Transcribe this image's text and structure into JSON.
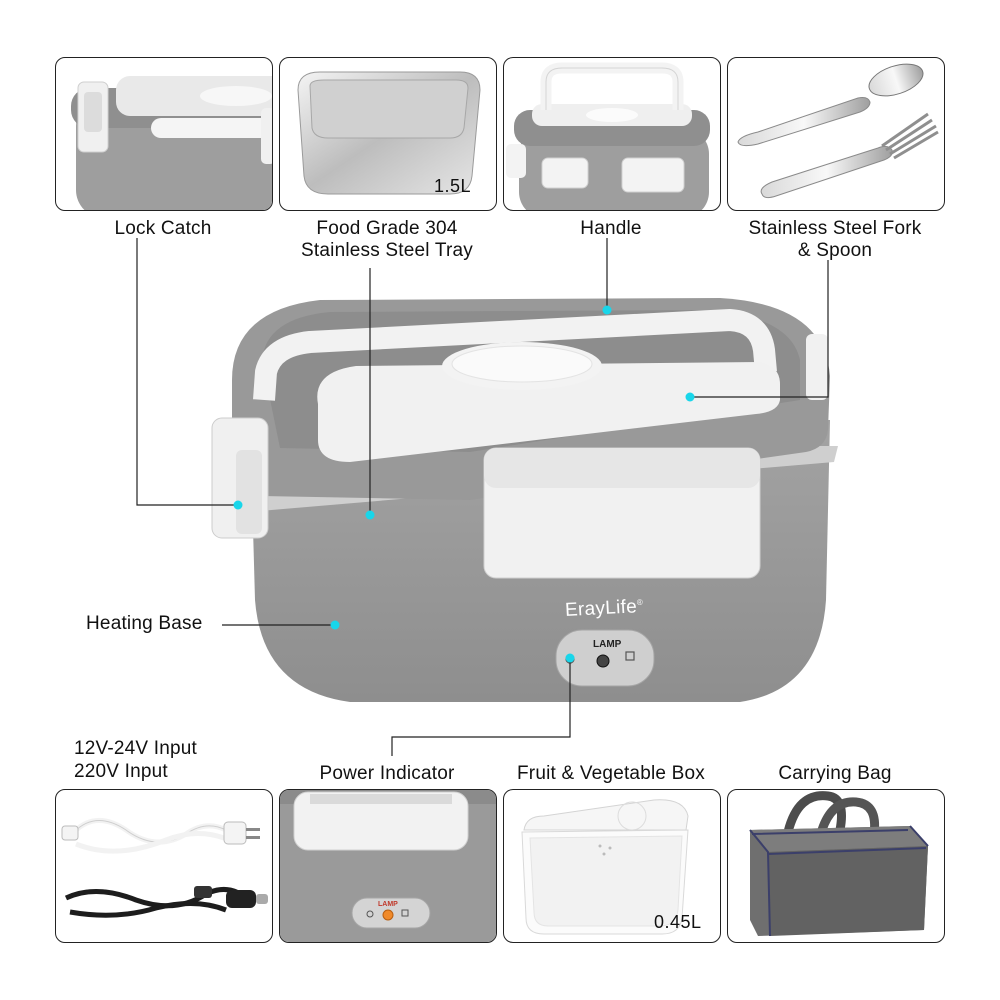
{
  "features": {
    "lock_catch": "Lock Catch",
    "tray_line1": "Food Grade 304",
    "tray_line2": "Stainless Steel Tray",
    "tray_volume": "1.5L",
    "handle": "Handle",
    "cutlery_line1": "Stainless Steel Fork",
    "cutlery_line2": "& Spoon",
    "heating_base": "Heating Base",
    "input_line1": "12V-24V Input",
    "input_line2": "220V Input",
    "power_indicator": "Power Indicator",
    "fruit_box": "Fruit & Vegetable Box",
    "fruit_box_volume": "0.45L",
    "carrying_bag": "Carrying Bag"
  },
  "product": {
    "brand": "ErayLife",
    "brand_mark": "®",
    "lamp_label": "LAMP"
  },
  "colors": {
    "body_gray": "#9c9c9c",
    "lid_white": "#f2f2f2",
    "marker_cyan": "#19d6ea"
  }
}
